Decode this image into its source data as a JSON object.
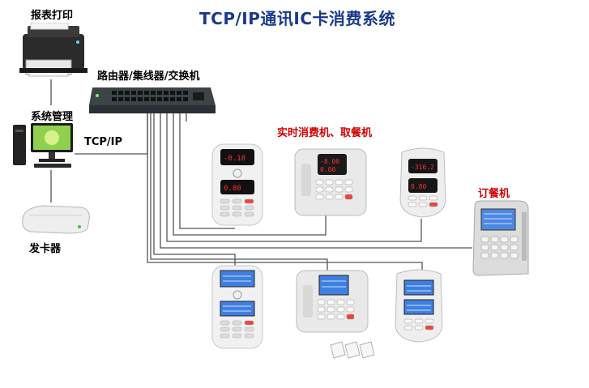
{
  "title": "TCP/IP通讯IC卡消费系统",
  "labels": {
    "printer": "报表打印",
    "router": "路由器/集线器/交换机",
    "management": "系统管理",
    "tcpip": "TCP/IP",
    "card_issuer": "发卡器",
    "realtime_terminals": "实时消费机、取餐机",
    "order_terminal": "订餐机"
  },
  "colors": {
    "title": "#1b3a8c",
    "red_label": "#d40000",
    "wire": "#555555"
  },
  "devices": [
    {
      "id": "printer",
      "icon": "laser-printer-icon"
    },
    {
      "id": "computer",
      "icon": "desktop-computer-icon"
    },
    {
      "id": "card-issuer",
      "icon": "card-reader-icon"
    },
    {
      "id": "switch",
      "icon": "network-switch-icon"
    },
    {
      "id": "terminal-led-1",
      "icon": "led-terminal-icon"
    },
    {
      "id": "terminal-led-2",
      "icon": "led-terminal-icon"
    },
    {
      "id": "terminal-led-3",
      "icon": "led-terminal-icon"
    },
    {
      "id": "terminal-lcd-1",
      "icon": "lcd-terminal-icon"
    },
    {
      "id": "terminal-lcd-2",
      "icon": "lcd-terminal-icon"
    },
    {
      "id": "terminal-lcd-3",
      "icon": "lcd-terminal-icon"
    },
    {
      "id": "order-machine",
      "icon": "order-terminal-icon"
    }
  ]
}
